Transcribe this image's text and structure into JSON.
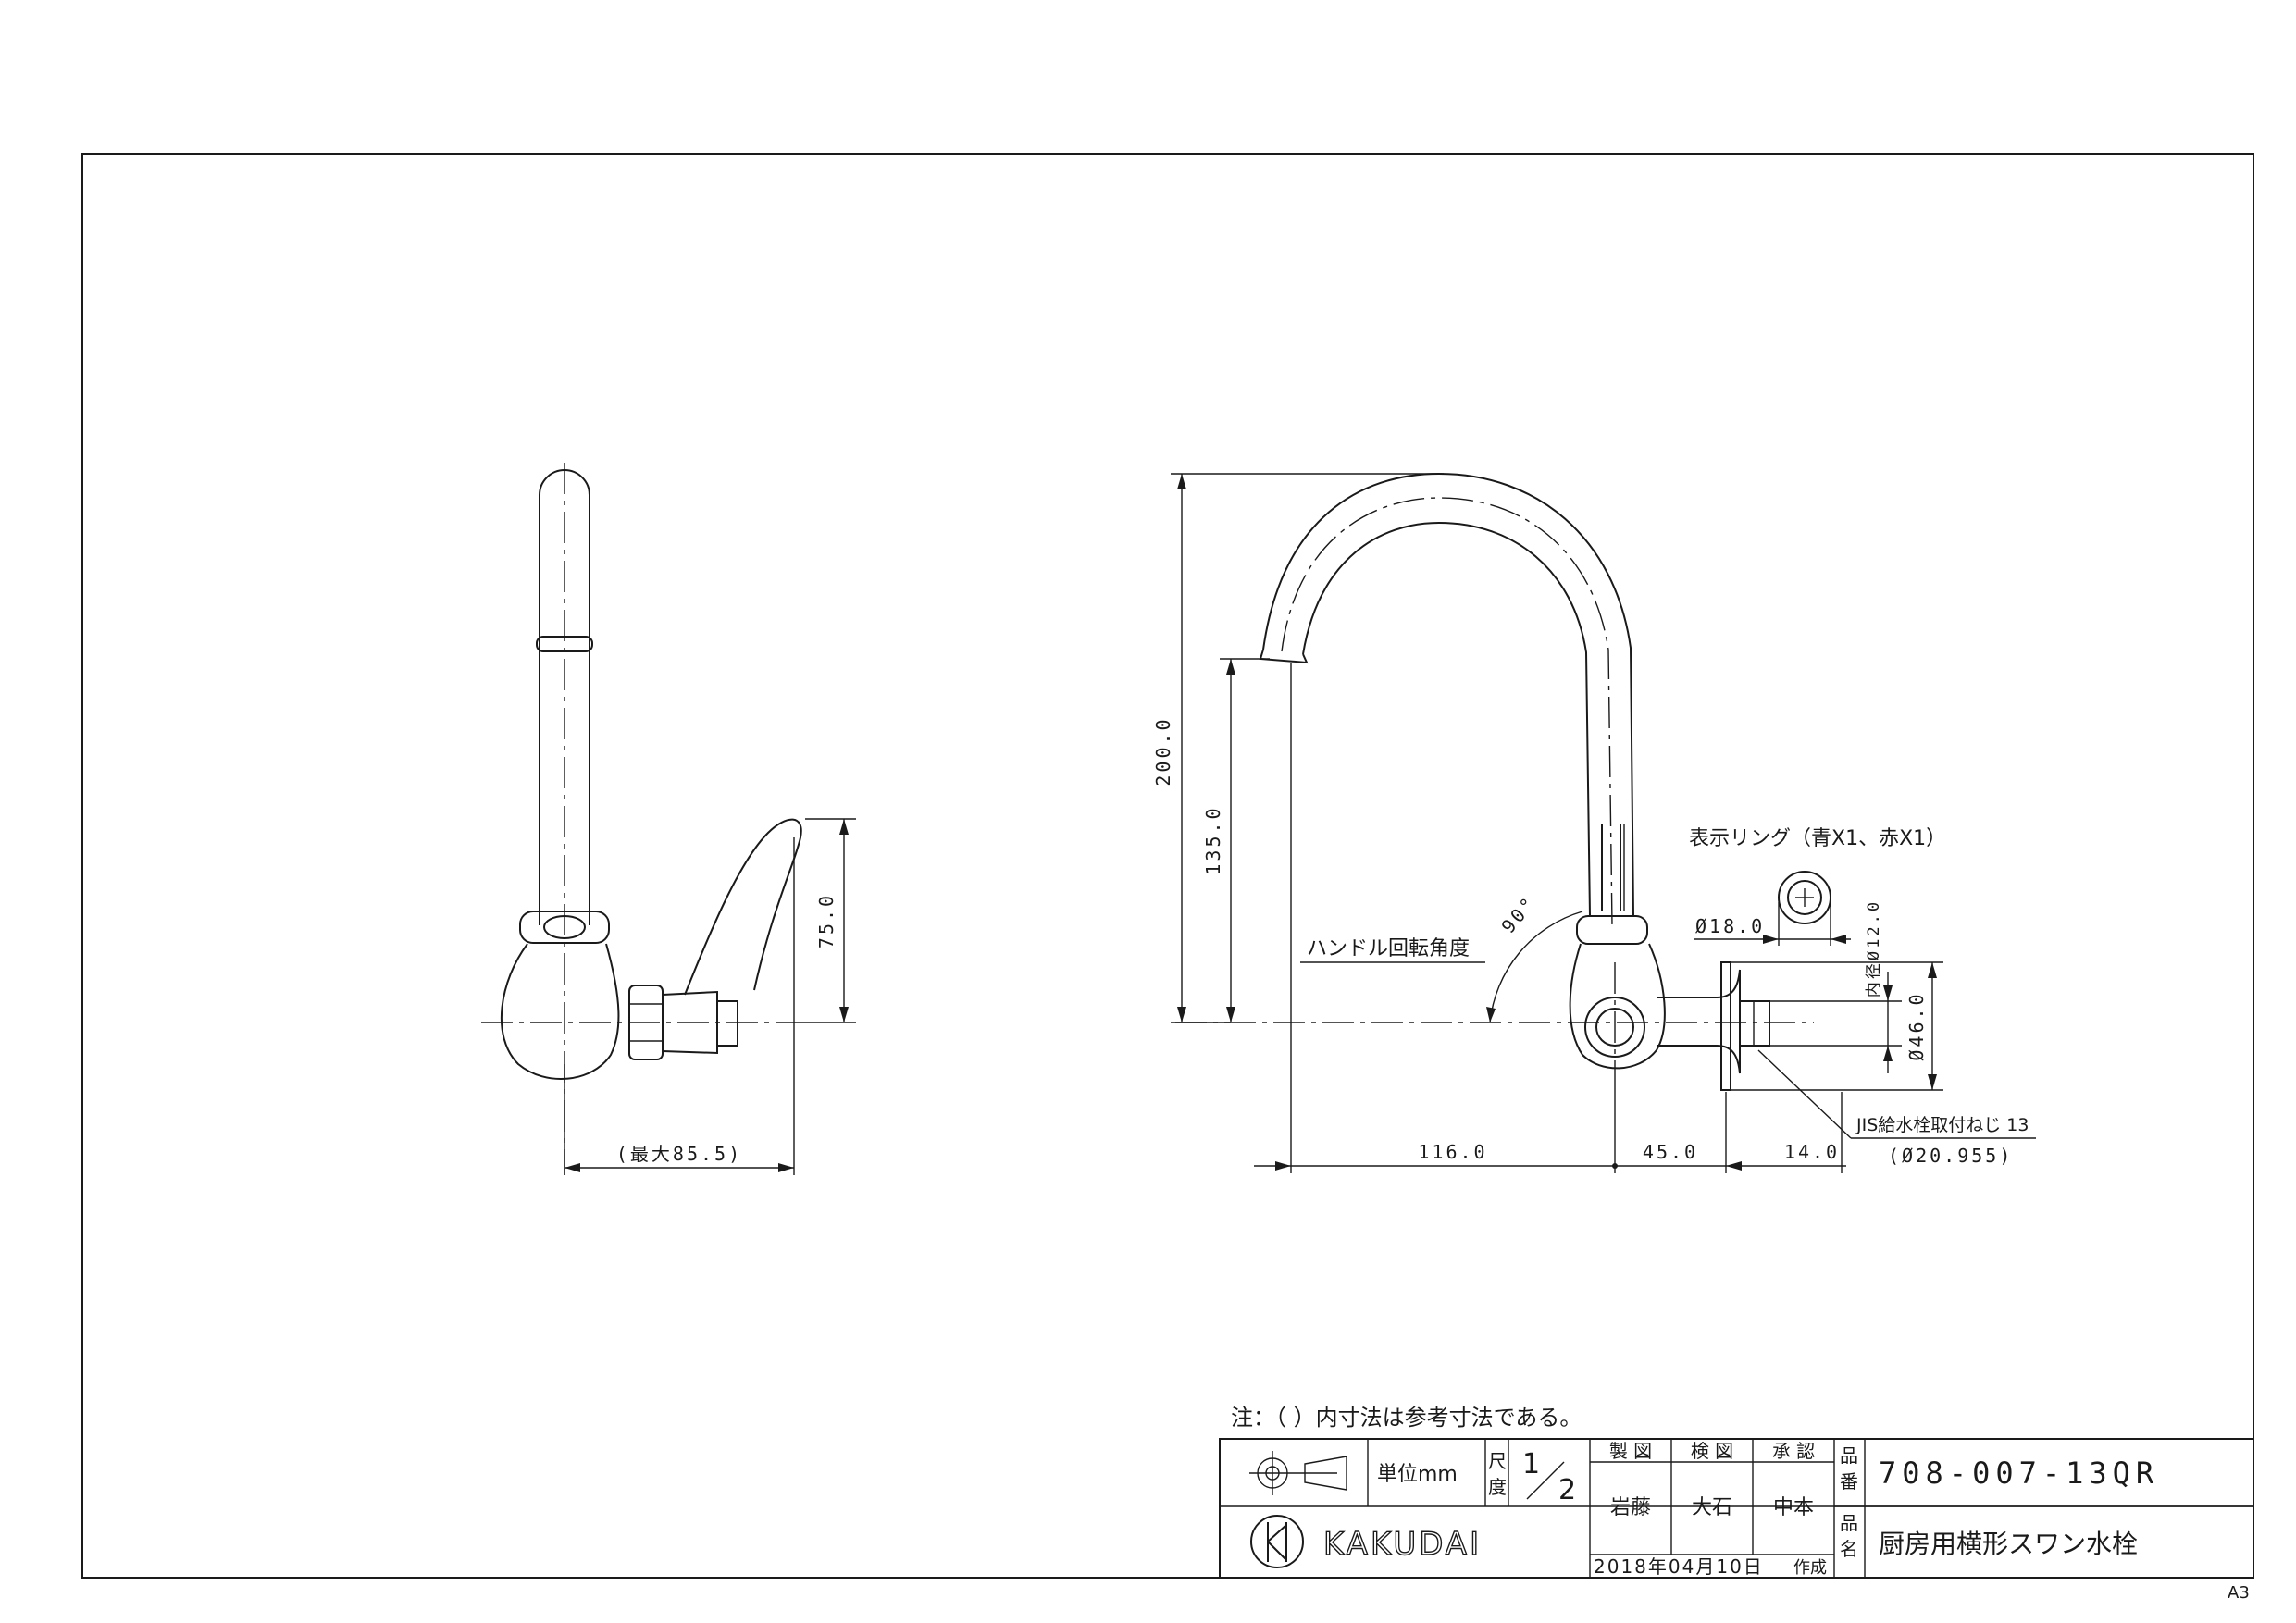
{
  "left_view": {
    "dims": {
      "height": "75.0",
      "max_reach": "(最大85.5)"
    }
  },
  "right_view": {
    "dims": {
      "total_height": "200.0",
      "spout_height": "135.0",
      "h_spout": "116.0",
      "h_body": "45.0",
      "h_flange": "14.0",
      "ring_dia": "Ø18.0",
      "inner_dia": "内径Ø12.0",
      "flange_dia": "Ø46.0",
      "angle": "90°"
    },
    "labels": {
      "handle_rotation": "ハンドル回転角度",
      "indicator_ring": "表示リング（青X1、赤X1）",
      "thread": "JIS給水栓取付ねじ 13",
      "thread_dia": "(Ø20.955)"
    }
  },
  "note": "注：（ ）内寸法は参考寸法である。",
  "title_block": {
    "unit_label": "単位mm",
    "scale_label_1": "尺",
    "scale_label_2": "度",
    "scale_num": "1",
    "scale_den": "2",
    "hdr_drawn": "製 図",
    "hdr_checked": "検 図",
    "hdr_approved": "承 認",
    "drawn_by": "岩藤",
    "checked_by": "大石",
    "approved_by": "中本",
    "partno_label_1": "品",
    "partno_label_2": "番",
    "part_number": "708-007-13QR",
    "name_label_1": "品",
    "name_label_2": "名",
    "product_name": "厨房用横形スワン水栓",
    "date": "2018年04月10日",
    "created": "作成",
    "company": "KAKUDAI"
  },
  "sheet_size": "A3"
}
